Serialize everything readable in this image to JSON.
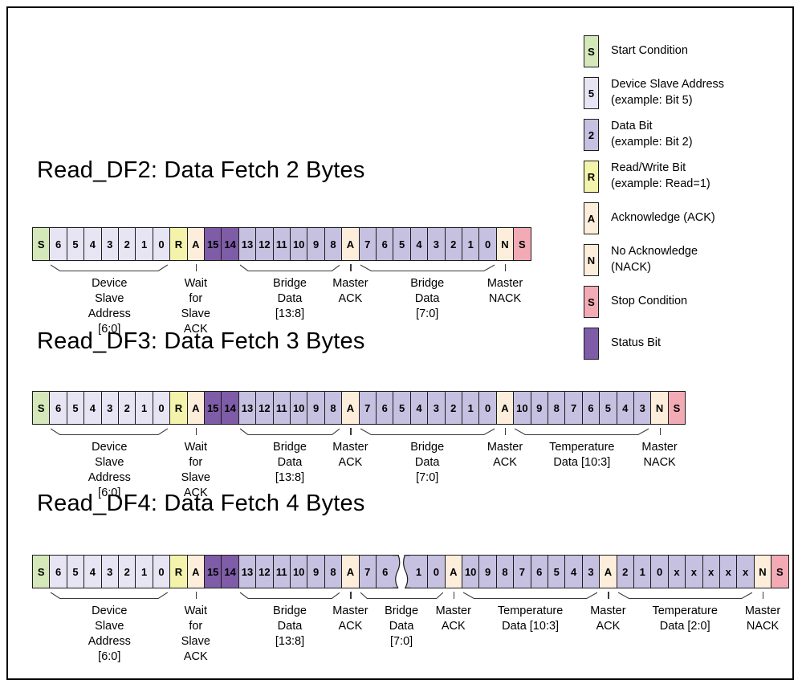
{
  "colors": {
    "start": "#d5e8ba",
    "addr": "#e7e4f3",
    "data": "#c6c0e1",
    "rw": "#f4f3ab",
    "ack": "#fdeedc",
    "status": "#7f5ca7",
    "stop": "#f2abb5",
    "border": "#1c1c1c",
    "brace_line": "#3a3a3a"
  },
  "legend": {
    "items": [
      {
        "key": "start",
        "letter": "S",
        "label": "Start Condition"
      },
      {
        "key": "addr",
        "letter": "5",
        "label": "Device Slave Address\n(example: Bit 5)"
      },
      {
        "key": "data",
        "letter": "2",
        "label": "Data Bit\n(example: Bit 2)"
      },
      {
        "key": "rw",
        "letter": "R",
        "label": "Read/Write Bit\n(example: Read=1)"
      },
      {
        "key": "ack",
        "letter": "A",
        "label": "Acknowledge (ACK)"
      },
      {
        "key": "ack",
        "letter": "N",
        "label": "No Acknowledge\n(NACK)"
      },
      {
        "key": "stop",
        "letter": "S",
        "label": "Stop Condition"
      },
      {
        "key": "status",
        "letter": "",
        "label": "Status Bit"
      }
    ]
  },
  "sections": [
    {
      "title": "Read_DF2: Data Fetch 2 Bytes",
      "cells": [
        {
          "t": "S",
          "c": "start"
        },
        {
          "t": "6",
          "c": "addr"
        },
        {
          "t": "5",
          "c": "addr"
        },
        {
          "t": "4",
          "c": "addr"
        },
        {
          "t": "3",
          "c": "addr"
        },
        {
          "t": "2",
          "c": "addr"
        },
        {
          "t": "1",
          "c": "addr"
        },
        {
          "t": "0",
          "c": "addr"
        },
        {
          "t": "R",
          "c": "rw"
        },
        {
          "t": "A",
          "c": "ack"
        },
        {
          "t": "15",
          "c": "status"
        },
        {
          "t": "14",
          "c": "status"
        },
        {
          "t": "13",
          "c": "data"
        },
        {
          "t": "12",
          "c": "data"
        },
        {
          "t": "11",
          "c": "data"
        },
        {
          "t": "10",
          "c": "data"
        },
        {
          "t": "9",
          "c": "data"
        },
        {
          "t": "8",
          "c": "data"
        },
        {
          "t": "A",
          "c": "ack"
        },
        {
          "t": "7",
          "c": "data"
        },
        {
          "t": "6",
          "c": "data"
        },
        {
          "t": "5",
          "c": "data"
        },
        {
          "t": "4",
          "c": "data"
        },
        {
          "t": "3",
          "c": "data"
        },
        {
          "t": "2",
          "c": "data"
        },
        {
          "t": "1",
          "c": "data"
        },
        {
          "t": "0",
          "c": "data"
        },
        {
          "t": "N",
          "c": "ack"
        },
        {
          "t": "S",
          "c": "stop"
        }
      ],
      "groups": [
        {
          "type": "brace",
          "from": 1,
          "to": 7,
          "label": "Device Slave\nAddress [6:0]"
        },
        {
          "type": "tick",
          "at": 9,
          "label": "Wait for\nSlave ACK"
        },
        {
          "type": "brace",
          "from": 12,
          "to": 17,
          "label": "Bridge Data\n[13:8]"
        },
        {
          "type": "tick",
          "at": 18,
          "label": "Master\nACK"
        },
        {
          "type": "brace",
          "from": 19,
          "to": 26,
          "label": "Bridge Data\n[7:0]"
        },
        {
          "type": "tick",
          "at": 27,
          "label": "Master\nNACK"
        }
      ]
    },
    {
      "title": "Read_DF3: Data Fetch 3 Bytes",
      "cells": [
        {
          "t": "S",
          "c": "start"
        },
        {
          "t": "6",
          "c": "addr"
        },
        {
          "t": "5",
          "c": "addr"
        },
        {
          "t": "4",
          "c": "addr"
        },
        {
          "t": "3",
          "c": "addr"
        },
        {
          "t": "2",
          "c": "addr"
        },
        {
          "t": "1",
          "c": "addr"
        },
        {
          "t": "0",
          "c": "addr"
        },
        {
          "t": "R",
          "c": "rw"
        },
        {
          "t": "A",
          "c": "ack"
        },
        {
          "t": "15",
          "c": "status"
        },
        {
          "t": "14",
          "c": "status"
        },
        {
          "t": "13",
          "c": "data"
        },
        {
          "t": "12",
          "c": "data"
        },
        {
          "t": "11",
          "c": "data"
        },
        {
          "t": "10",
          "c": "data"
        },
        {
          "t": "9",
          "c": "data"
        },
        {
          "t": "8",
          "c": "data"
        },
        {
          "t": "A",
          "c": "ack"
        },
        {
          "t": "7",
          "c": "data"
        },
        {
          "t": "6",
          "c": "data"
        },
        {
          "t": "5",
          "c": "data"
        },
        {
          "t": "4",
          "c": "data"
        },
        {
          "t": "3",
          "c": "data"
        },
        {
          "t": "2",
          "c": "data"
        },
        {
          "t": "1",
          "c": "data"
        },
        {
          "t": "0",
          "c": "data"
        },
        {
          "t": "A",
          "c": "ack"
        },
        {
          "t": "10",
          "c": "data"
        },
        {
          "t": "9",
          "c": "data"
        },
        {
          "t": "8",
          "c": "data"
        },
        {
          "t": "7",
          "c": "data"
        },
        {
          "t": "6",
          "c": "data"
        },
        {
          "t": "5",
          "c": "data"
        },
        {
          "t": "4",
          "c": "data"
        },
        {
          "t": "3",
          "c": "data"
        },
        {
          "t": "N",
          "c": "ack"
        },
        {
          "t": "S",
          "c": "stop"
        }
      ],
      "groups": [
        {
          "type": "brace",
          "from": 1,
          "to": 7,
          "label": "Device Slave\nAddress [6:0]"
        },
        {
          "type": "tick",
          "at": 9,
          "label": "Wait for\nSlave ACK"
        },
        {
          "type": "brace",
          "from": 12,
          "to": 17,
          "label": "Bridge Data\n[13:8]"
        },
        {
          "type": "tick",
          "at": 18,
          "label": "Master\nACK"
        },
        {
          "type": "brace",
          "from": 19,
          "to": 26,
          "label": "Bridge Data\n[7:0]"
        },
        {
          "type": "tick",
          "at": 27,
          "label": "Master\nACK"
        },
        {
          "type": "brace",
          "from": 28,
          "to": 35,
          "label": "Temperature\nData [10:3]"
        },
        {
          "type": "tick",
          "at": 36,
          "label": "Master\nNACK"
        }
      ]
    },
    {
      "title": "Read_DF4: Data Fetch 4 Bytes",
      "cells": [
        {
          "t": "S",
          "c": "start"
        },
        {
          "t": "6",
          "c": "addr"
        },
        {
          "t": "5",
          "c": "addr"
        },
        {
          "t": "4",
          "c": "addr"
        },
        {
          "t": "3",
          "c": "addr"
        },
        {
          "t": "2",
          "c": "addr"
        },
        {
          "t": "1",
          "c": "addr"
        },
        {
          "t": "0",
          "c": "addr"
        },
        {
          "t": "R",
          "c": "rw"
        },
        {
          "t": "A",
          "c": "ack"
        },
        {
          "t": "15",
          "c": "status"
        },
        {
          "t": "14",
          "c": "status"
        },
        {
          "t": "13",
          "c": "data"
        },
        {
          "t": "12",
          "c": "data"
        },
        {
          "t": "11",
          "c": "data"
        },
        {
          "t": "10",
          "c": "data"
        },
        {
          "t": "9",
          "c": "data"
        },
        {
          "t": "8",
          "c": "data"
        },
        {
          "t": "A",
          "c": "ack"
        },
        {
          "t": "7",
          "c": "data"
        },
        {
          "t": "6",
          "c": "data"
        },
        {
          "t": "",
          "c": "break"
        },
        {
          "t": "1",
          "c": "data"
        },
        {
          "t": "0",
          "c": "data"
        },
        {
          "t": "A",
          "c": "ack"
        },
        {
          "t": "10",
          "c": "data"
        },
        {
          "t": "9",
          "c": "data"
        },
        {
          "t": "8",
          "c": "data"
        },
        {
          "t": "7",
          "c": "data"
        },
        {
          "t": "6",
          "c": "data"
        },
        {
          "t": "5",
          "c": "data"
        },
        {
          "t": "4",
          "c": "data"
        },
        {
          "t": "3",
          "c": "data"
        },
        {
          "t": "A",
          "c": "ack"
        },
        {
          "t": "2",
          "c": "data"
        },
        {
          "t": "1",
          "c": "data"
        },
        {
          "t": "0",
          "c": "data"
        },
        {
          "t": "x",
          "c": "data"
        },
        {
          "t": "x",
          "c": "data"
        },
        {
          "t": "x",
          "c": "data"
        },
        {
          "t": "x",
          "c": "data"
        },
        {
          "t": "x",
          "c": "data"
        },
        {
          "t": "N",
          "c": "ack"
        },
        {
          "t": "S",
          "c": "stop"
        }
      ],
      "groups": [
        {
          "type": "brace",
          "from": 1,
          "to": 7,
          "label": "Device Slave\nAddress [6:0]"
        },
        {
          "type": "tick",
          "at": 9,
          "label": "Wait for\nSlave ACK"
        },
        {
          "type": "brace",
          "from": 12,
          "to": 17,
          "label": "Bridge Data\n[13:8]"
        },
        {
          "type": "tick",
          "at": 18,
          "label": "Master\nACK"
        },
        {
          "type": "brace",
          "from": 19,
          "to": 23,
          "label": "Bridge\nData\n[7:0]"
        },
        {
          "type": "tick",
          "at": 24,
          "label": "Master\nACK"
        },
        {
          "type": "brace",
          "from": 25,
          "to": 32,
          "label": "Temperature\nData [10:3]"
        },
        {
          "type": "tick",
          "at": 33,
          "label": "Master\nACK"
        },
        {
          "type": "brace",
          "from": 34,
          "to": 41,
          "label": "Temperature\nData [2:0]"
        },
        {
          "type": "tick",
          "at": 42,
          "label": "Master\nNACK"
        }
      ]
    }
  ]
}
